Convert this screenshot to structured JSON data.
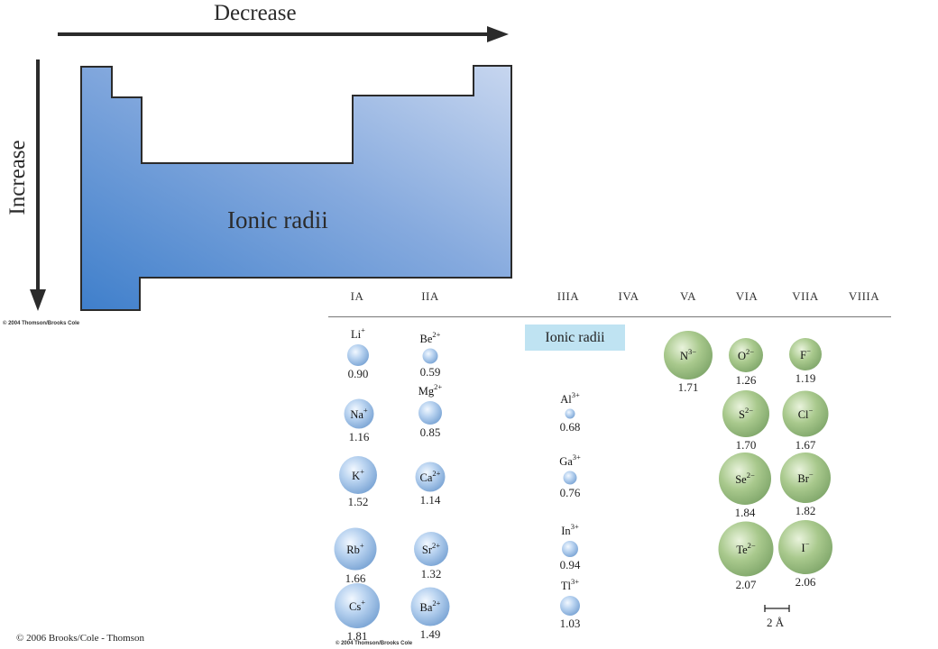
{
  "trend": {
    "horizontal_label": "Decrease",
    "vertical_label": "Increase",
    "table_label": "Ionic radii",
    "copyright": "© 2004 Thomson/Brooks Cole"
  },
  "ion_table": {
    "groups": [
      "IA",
      "IIA",
      "IIIA",
      "IVA",
      "VA",
      "VIA",
      "VIIA",
      "VIIIA"
    ],
    "legend": "Ionic radii",
    "scale_label": "2 Å",
    "copyright": "© 2004 Thomson/Brooks Cole",
    "ions": [
      {
        "id": "li",
        "symbol": "Li",
        "charge": "+",
        "radius": "0.90",
        "kind": "cation"
      },
      {
        "id": "na",
        "symbol": "Na",
        "charge": "+",
        "radius": "1.16",
        "kind": "cation"
      },
      {
        "id": "k",
        "symbol": "K",
        "charge": "+",
        "radius": "1.52",
        "kind": "cation"
      },
      {
        "id": "rb",
        "symbol": "Rb",
        "charge": "+",
        "radius": "1.66",
        "kind": "cation"
      },
      {
        "id": "cs",
        "symbol": "Cs",
        "charge": "+",
        "radius": "1.81",
        "kind": "cation"
      },
      {
        "id": "be",
        "symbol": "Be",
        "charge": "2+",
        "radius": "0.59",
        "kind": "cation"
      },
      {
        "id": "mg",
        "symbol": "Mg",
        "charge": "2+",
        "radius": "0.85",
        "kind": "cation"
      },
      {
        "id": "ca",
        "symbol": "Ca",
        "charge": "2+",
        "radius": "1.14",
        "kind": "cation"
      },
      {
        "id": "sr",
        "symbol": "Sr",
        "charge": "2+",
        "radius": "1.32",
        "kind": "cation"
      },
      {
        "id": "ba",
        "symbol": "Ba",
        "charge": "2+",
        "radius": "1.49",
        "kind": "cation"
      },
      {
        "id": "al",
        "symbol": "Al",
        "charge": "3+",
        "radius": "0.68",
        "kind": "cation"
      },
      {
        "id": "ga",
        "symbol": "Ga",
        "charge": "3+",
        "radius": "0.76",
        "kind": "cation"
      },
      {
        "id": "in",
        "symbol": "In",
        "charge": "3+",
        "radius": "0.94",
        "kind": "cation"
      },
      {
        "id": "tl",
        "symbol": "Tl",
        "charge": "3+",
        "radius": "1.03",
        "kind": "cation"
      },
      {
        "id": "n",
        "symbol": "N",
        "charge": "3−",
        "radius": "1.71",
        "kind": "anion"
      },
      {
        "id": "o",
        "symbol": "O",
        "charge": "2−",
        "radius": "1.26",
        "kind": "anion"
      },
      {
        "id": "s",
        "symbol": "S",
        "charge": "2−",
        "radius": "1.70",
        "kind": "anion"
      },
      {
        "id": "se",
        "symbol": "Se",
        "charge": "2−",
        "radius": "1.84",
        "kind": "anion"
      },
      {
        "id": "te",
        "symbol": "Te",
        "charge": "2−",
        "radius": "2.07",
        "kind": "anion"
      },
      {
        "id": "f",
        "symbol": "F",
        "charge": "−",
        "radius": "1.19",
        "kind": "anion"
      },
      {
        "id": "cl",
        "symbol": "Cl",
        "charge": "−",
        "radius": "1.67",
        "kind": "anion"
      },
      {
        "id": "br",
        "symbol": "Br",
        "charge": "−",
        "radius": "1.82",
        "kind": "anion"
      },
      {
        "id": "i",
        "symbol": "I",
        "charge": "−",
        "radius": "2.06",
        "kind": "anion"
      }
    ]
  },
  "footer": {
    "copyright": "© 2006 Brooks/Cole - Thomson"
  }
}
